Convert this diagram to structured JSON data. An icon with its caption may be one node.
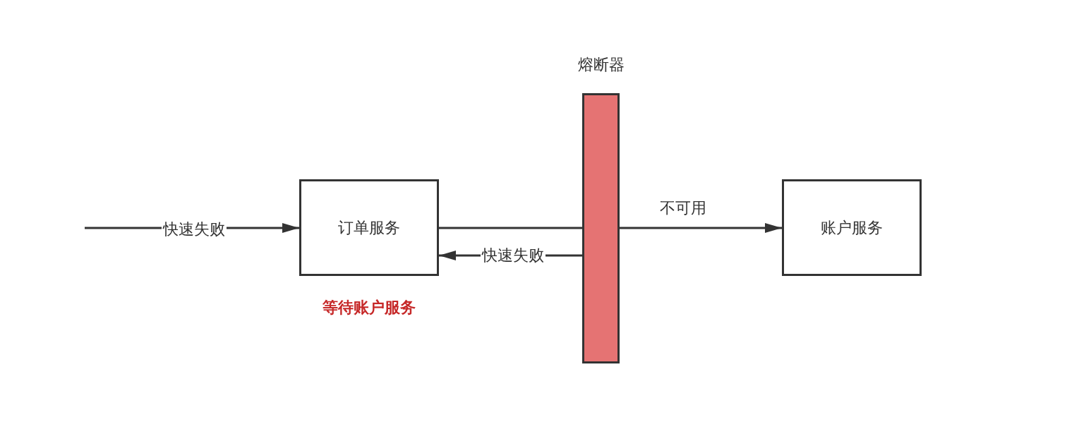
{
  "diagram": {
    "nodes": [
      {
        "text": [
          "订单服务"
        ],
        "beside": [
          "等待账户服务"
        ]
      },
      {
        "text": [
          "熔断器"
        ]
      },
      {
        "text": [
          "账户服务"
        ]
      }
    ],
    "edges": [
      {
        "from": null,
        "to": 0,
        "arrow": "to",
        "label": "快速失败"
      },
      {
        "from": 0,
        "to": 1,
        "arrow": "none"
      },
      {
        "from": 1,
        "to": 0,
        "arrow": "to",
        "label": "快速失败"
      },
      {
        "from": 1,
        "to": 2,
        "arrow": "to",
        "label": "不可用"
      }
    ]
  }
}
